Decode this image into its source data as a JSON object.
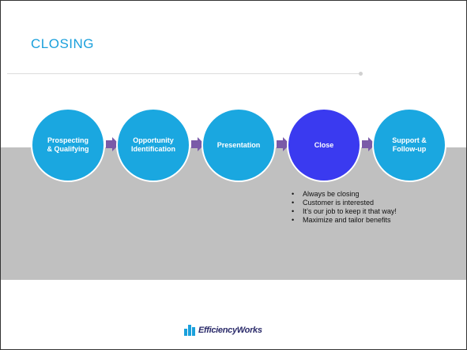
{
  "slide": {
    "title": "CLOSING",
    "steps": [
      {
        "label": "Prospecting\n& Qualifying",
        "active": false
      },
      {
        "label": "Opportunity\nIdentification",
        "active": false
      },
      {
        "label": "Presentation",
        "active": false
      },
      {
        "label": "Close",
        "active": true
      },
      {
        "label": "Support &\nFollow-up",
        "active": false
      }
    ],
    "bullets": [
      "Always be closing",
      "Customer is interested",
      "It’s our job to keep it that way!",
      "Maximize and tailor benefits"
    ],
    "logo_text": "EfficiencyWorks",
    "colors": {
      "title": "#1aa0dc",
      "step_fill": "#1aa7e0",
      "active_step_fill": "#3a3af0",
      "arrow": "#7a5aa8",
      "band": "#c0c0c0"
    }
  }
}
